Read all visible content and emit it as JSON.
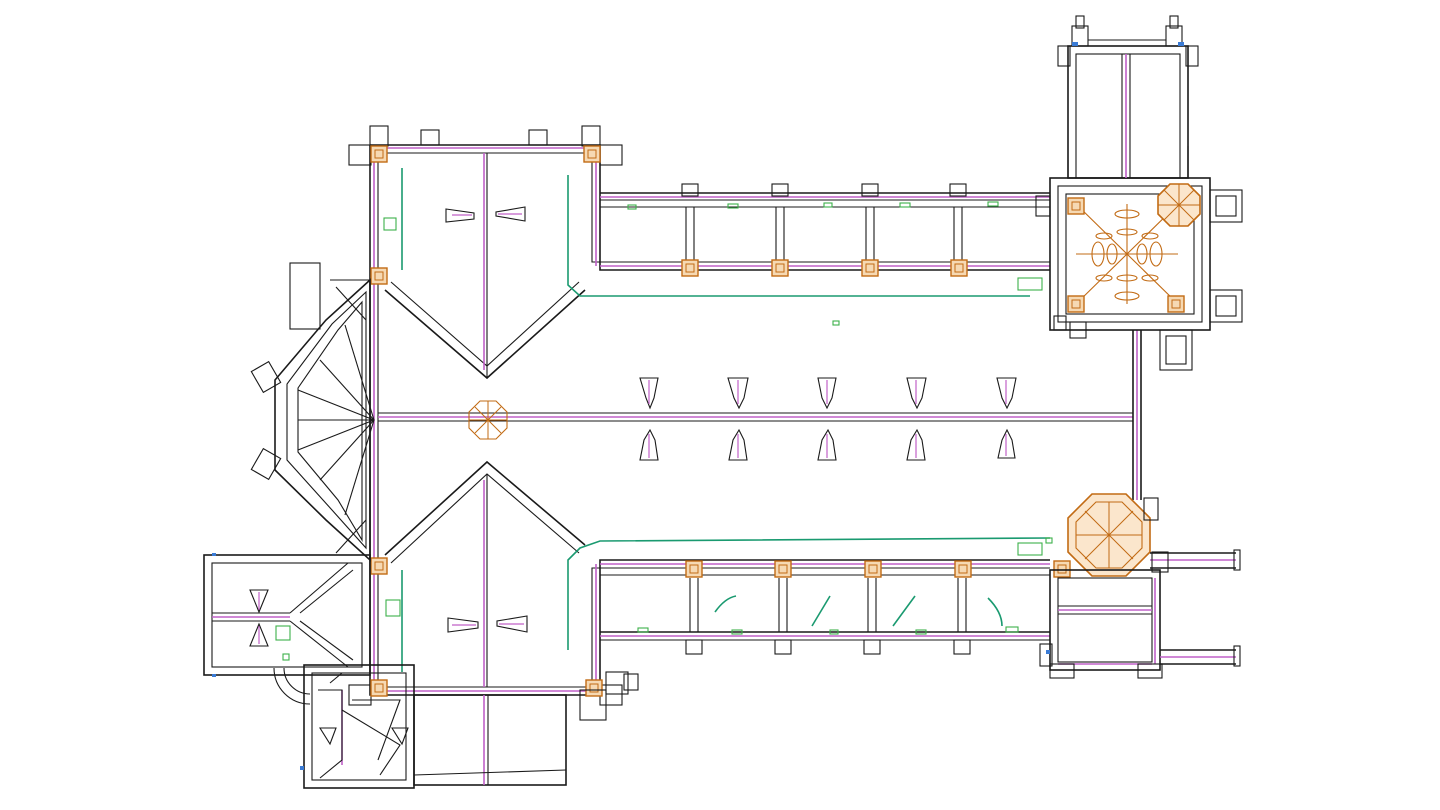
{
  "drawing": {
    "type": "church-floor-plan",
    "background": "#ffffff",
    "colors": {
      "walls": "#1a1a1a",
      "axis_lines": "#c061c8",
      "floor_edges": "#1a9a70",
      "fixtures": "#3cb04a",
      "columns": "#c26b14",
      "markers": "#3a7bd5"
    },
    "components": [
      "nave",
      "north-aisle",
      "south-aisle",
      "transept",
      "apse",
      "bell-tower",
      "octagonal-stair-turret",
      "south-porch",
      "sacristy"
    ]
  }
}
